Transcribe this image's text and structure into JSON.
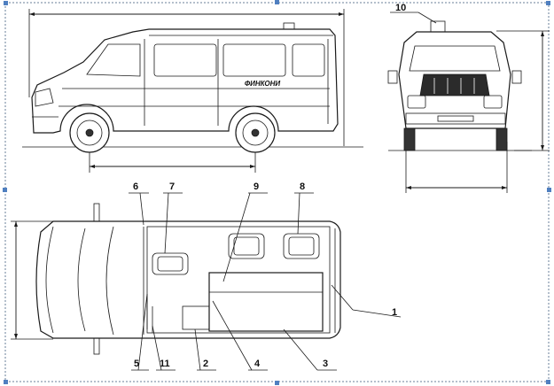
{
  "diagram": {
    "side_text": "ФИНКОНИ",
    "callouts": [
      {
        "id": "c1",
        "text": "1"
      },
      {
        "id": "c2",
        "text": "2"
      },
      {
        "id": "c3",
        "text": "3"
      },
      {
        "id": "c4",
        "text": "4"
      },
      {
        "id": "c5",
        "text": "5"
      },
      {
        "id": "c6",
        "text": "6"
      },
      {
        "id": "c7",
        "text": "7"
      },
      {
        "id": "c8",
        "text": "8"
      },
      {
        "id": "c9",
        "text": "9"
      },
      {
        "id": "c10",
        "text": "10"
      },
      {
        "id": "c11",
        "text": "11"
      }
    ]
  },
  "colors": {
    "line": "#1a1a1a",
    "selection_frame": "#6a7f9a",
    "selection_handle": "#4f7fc0"
  }
}
